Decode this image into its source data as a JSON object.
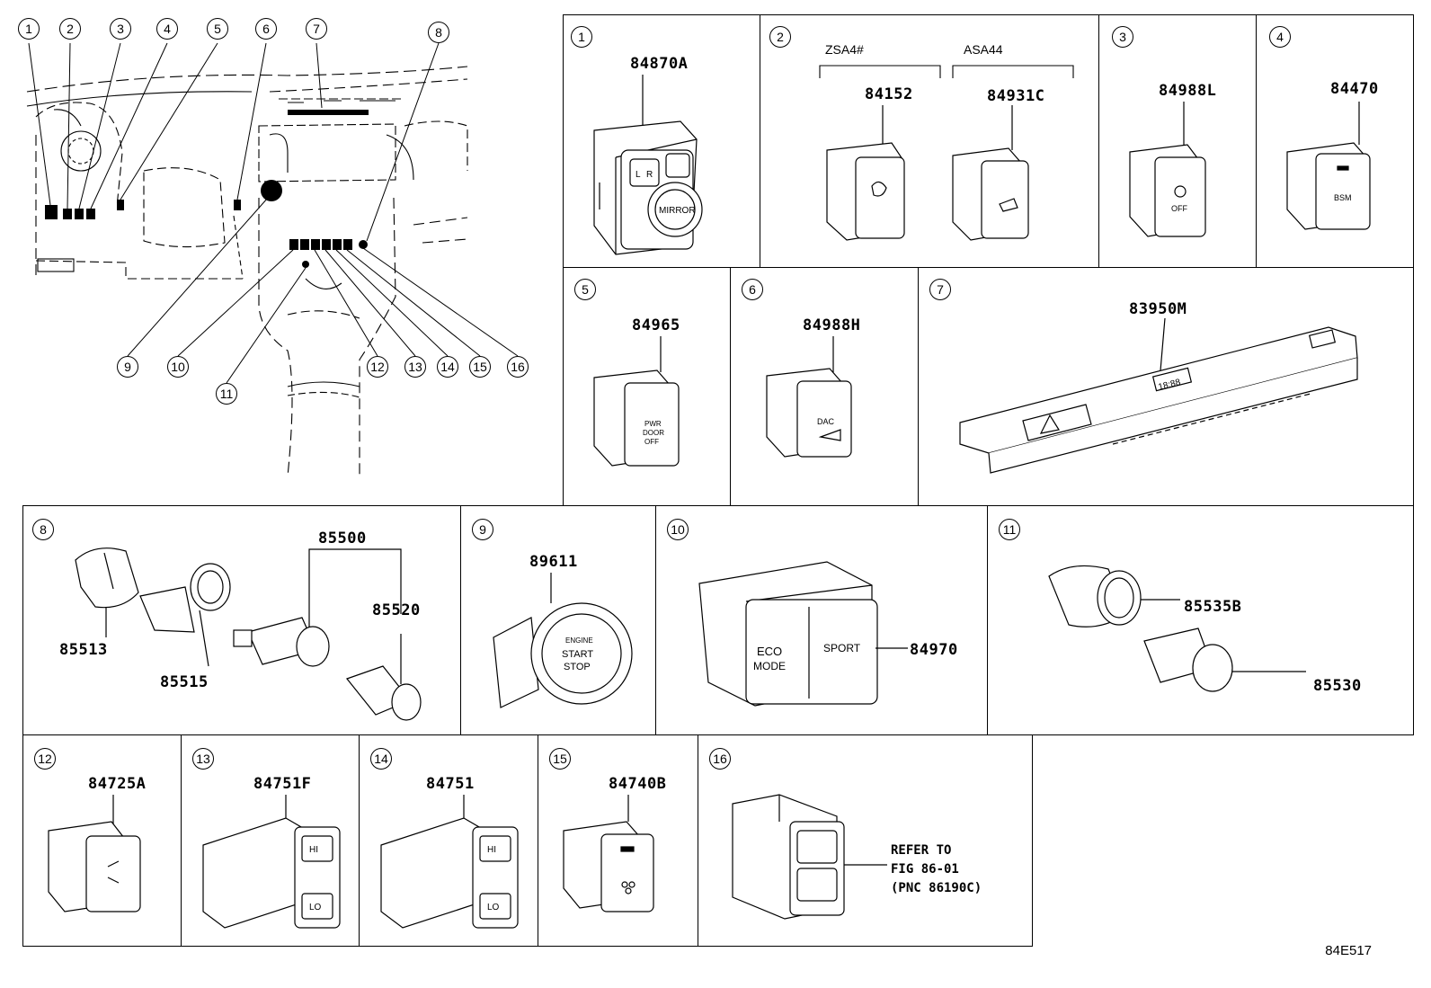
{
  "overview": {
    "callouts": [
      "1",
      "2",
      "3",
      "4",
      "5",
      "6",
      "7",
      "8",
      "9",
      "10",
      "11",
      "12",
      "13",
      "14",
      "15",
      "16"
    ]
  },
  "cells": [
    {
      "num": "1",
      "parts": [
        "84870A"
      ]
    },
    {
      "num": "2",
      "notes": [
        "ZSA4#",
        "ASA44"
      ],
      "parts": [
        "84152",
        "84931C"
      ]
    },
    {
      "num": "3",
      "parts": [
        "84988L"
      ]
    },
    {
      "num": "4",
      "parts": [
        "84470"
      ]
    },
    {
      "num": "5",
      "parts": [
        "84965"
      ]
    },
    {
      "num": "6",
      "parts": [
        "84988H"
      ]
    },
    {
      "num": "7",
      "parts": [
        "83950M"
      ]
    },
    {
      "num": "8",
      "parts": [
        "85500",
        "85520",
        "85513",
        "85515"
      ]
    },
    {
      "num": "9",
      "parts": [
        "89611"
      ]
    },
    {
      "num": "10",
      "parts": [
        "84970"
      ]
    },
    {
      "num": "11",
      "parts": [
        "85535B",
        "85530"
      ]
    },
    {
      "num": "12",
      "parts": [
        "84725A"
      ]
    },
    {
      "num": "13",
      "parts": [
        "84751F"
      ]
    },
    {
      "num": "14",
      "parts": [
        "84751"
      ]
    },
    {
      "num": "15",
      "parts": [
        "84740B"
      ]
    },
    {
      "num": "16",
      "parts": [],
      "reference": "REFER TO\nFIG 86-01\n(PNC 86190C)"
    }
  ],
  "switch_labels": {
    "mirror": "MIRROR",
    "mirror_lr_l": "L",
    "mirror_lr_r": "R",
    "pwr_door": "PWR\nDOOR\nOFF",
    "dac": "DAC",
    "clock": "18:88",
    "engine_start": "ENGINE\nSTART\nSTOP",
    "eco": "ECO\nMODE",
    "sport": "SPORT",
    "hi": "HI",
    "lo": "LO",
    "bsm": "BSM",
    "off": "OFF"
  },
  "figure_id": "84E517"
}
